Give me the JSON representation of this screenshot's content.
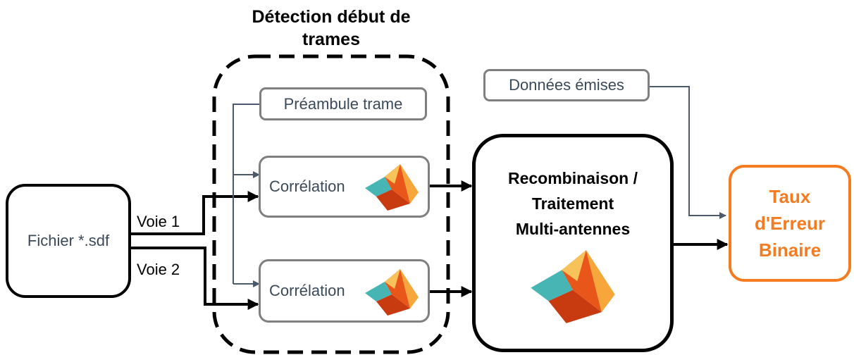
{
  "group_title_line1": "Détection début de",
  "group_title_line2": "trames",
  "source_file": "Fichier *.sdf",
  "channel1": "Voie 1",
  "channel2": "Voie 2",
  "preamble": "Préambule trame",
  "correlation_top": "Corrélation",
  "correlation_bottom": "Corrélation",
  "sent_data": "Données émises",
  "processing_line1": "Recombinaison /",
  "processing_line2": "Traitement",
  "processing_line3": "Multi-antennes",
  "result_line1": "Taux",
  "result_line2": "d'Erreur",
  "result_line3": "Binaire",
  "colors": {
    "accent": "#f47b20",
    "gray_box": "#7f7f7f",
    "connector": "#4a5a6a"
  }
}
